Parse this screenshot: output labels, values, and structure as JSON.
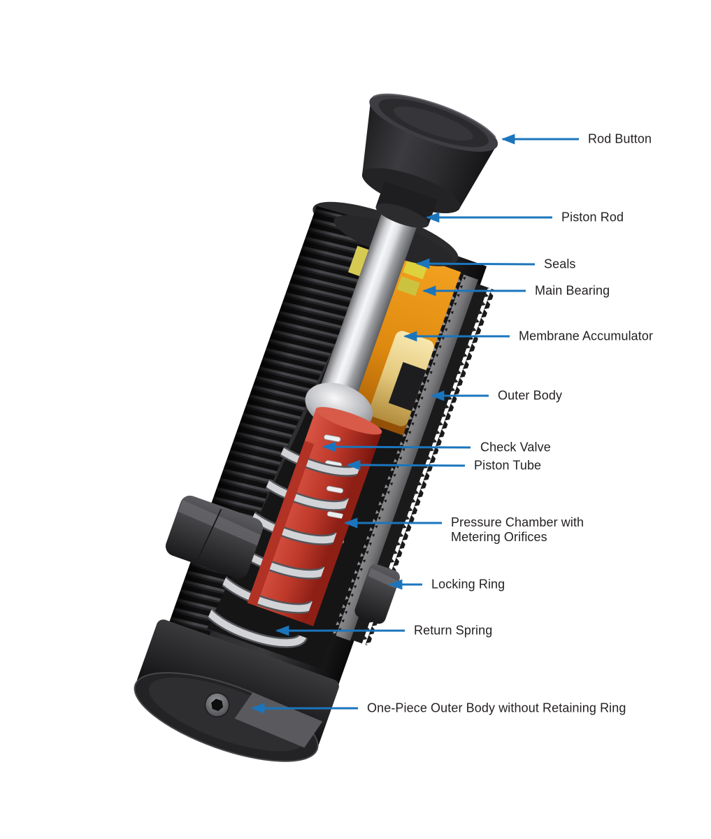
{
  "figure": {
    "type": "technical cutaway diagram",
    "subject": "industrial shock absorber cross-section",
    "background_color": "#ffffff",
    "arrow_color": "#1b75bc",
    "label_text_color": "#231f20",
    "component_colors": {
      "outer_body_black": "#1c1c1e",
      "cut_wall_gray": "#808083",
      "main_bearing_orange": "#df8912",
      "membrane_accumulator_brass": "#e3c87c",
      "seals_yellow": "#d8cc3f",
      "piston_tube_red": "#c03a2b",
      "return_spring_chrome": "#d4d5d8",
      "piston_rod_chrome": "#e9eaec"
    }
  },
  "labels": [
    {
      "text": "Rod Button"
    },
    {
      "text": "Piston Rod"
    },
    {
      "text": "Seals"
    },
    {
      "text": "Main Bearing"
    },
    {
      "text": "Membrane Accumulator"
    },
    {
      "text": "Outer Body"
    },
    {
      "text": "Check Valve"
    },
    {
      "text": "Piston Tube"
    },
    {
      "text": "Pressure Chamber with Metering Orifices"
    },
    {
      "text": "Locking Ring"
    },
    {
      "text": "Return Spring"
    },
    {
      "text": "One-Piece Outer Body without Retaining Ring"
    }
  ]
}
